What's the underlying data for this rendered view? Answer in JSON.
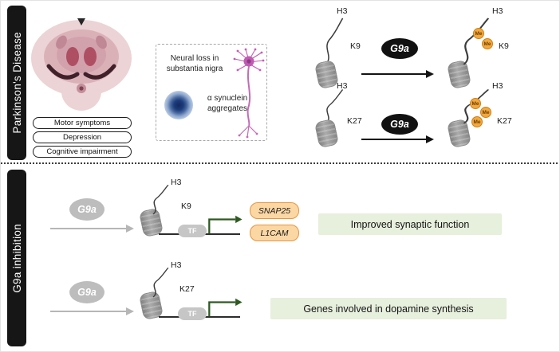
{
  "sections": {
    "top_banner": "Parkinson's Disease",
    "bottom_banner": "G9a inhibition"
  },
  "symptoms": [
    "Motor symptoms",
    "Depression",
    "Cognitive impairment"
  ],
  "pathology": {
    "neural_loss": "Neural loss in substantia nigra",
    "synuclein": "α synuclein aggregates"
  },
  "labels": {
    "h3": "H3",
    "k9": "K9",
    "k27": "K27",
    "enzyme": "G9a",
    "me": "Me",
    "tf": "TF"
  },
  "genes": {
    "snap25": "SNAP25",
    "l1cam": "L1CAM"
  },
  "outcomes": {
    "synaptic": "Improved synaptic function",
    "dopamine": "Genes involved in dopamine synthesis"
  },
  "colors": {
    "banner": "#161616",
    "enzyme_active": "#111111",
    "enzyme_inhibited": "#bdbdbd",
    "methyl_badge": "#f3a83d",
    "gene_fill": "#fbd7a4",
    "gene_border": "#e6953f",
    "outcome_bg": "#e7efdd",
    "transcription_arrow": "#2e5a20"
  }
}
